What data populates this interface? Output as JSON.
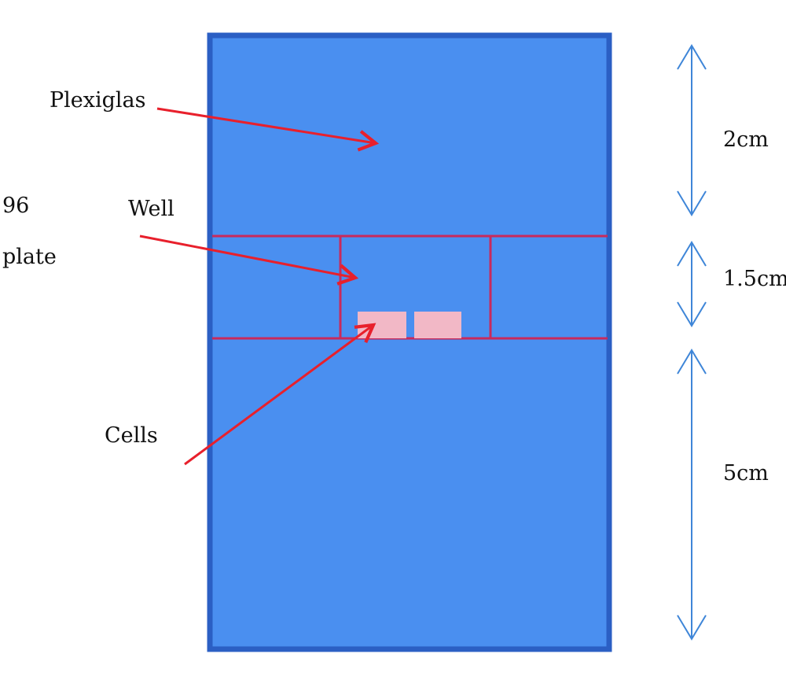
{
  "labels": {
    "plexiglas": "Plexiglas",
    "well": "Well",
    "plate_line1": "96",
    "plate_line2": "plate",
    "cells": "Cells"
  },
  "dimensions": [
    {
      "value": "2cm"
    },
    {
      "value": "1.5cm"
    },
    {
      "value": "5cm"
    }
  ],
  "colors": {
    "block_fill": "#4a8ff0",
    "block_border": "#2b5fc4",
    "well_lines": "#c82a5c",
    "cells": "#f2b8c6",
    "pointer_arrows": "#e8202c",
    "dimension_arrows": "#3f86d8"
  }
}
